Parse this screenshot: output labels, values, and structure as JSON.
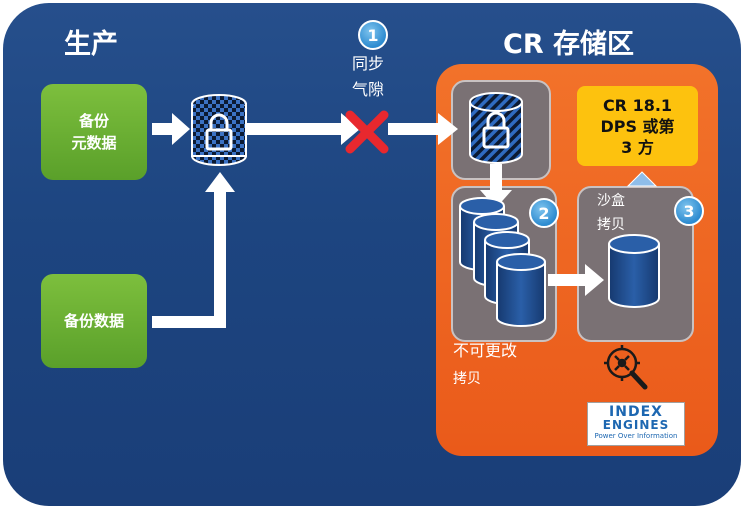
{
  "production": {
    "title": "生产"
  },
  "cr_vault": {
    "title": "CR 存储区"
  },
  "sources": {
    "metadata": "备份\n元数据",
    "data": "备份数据"
  },
  "sync": {
    "number": "1",
    "label_line1": "同步",
    "label_line2": "气隙"
  },
  "immutable": {
    "number": "2",
    "label_line1": "不可更改",
    "label_line2": "拷贝"
  },
  "sandbox": {
    "number": "3",
    "label_line1": "沙盒",
    "label_line2": "拷贝"
  },
  "dps_box": {
    "line1": "CR 18.1",
    "line2": "DPS 或第",
    "line3": "3 方"
  },
  "logo": {
    "line1": "INDEX",
    "line2": "ENGINES",
    "line3": "Power Over Information"
  },
  "colors": {
    "panel": "#1d4580",
    "source_green": "#6aae32",
    "vault_orange": "#ef6a23",
    "dps_yellow": "#fdc20e",
    "badge_blue": "#2d8bd0",
    "cylinder_blue": "#1f4e8c",
    "air_gap_cross": "#e8282e"
  },
  "icons": [
    "lock-icon",
    "air-gap-cross-icon",
    "cylinder-icon",
    "forensic-magnifier-icon"
  ]
}
